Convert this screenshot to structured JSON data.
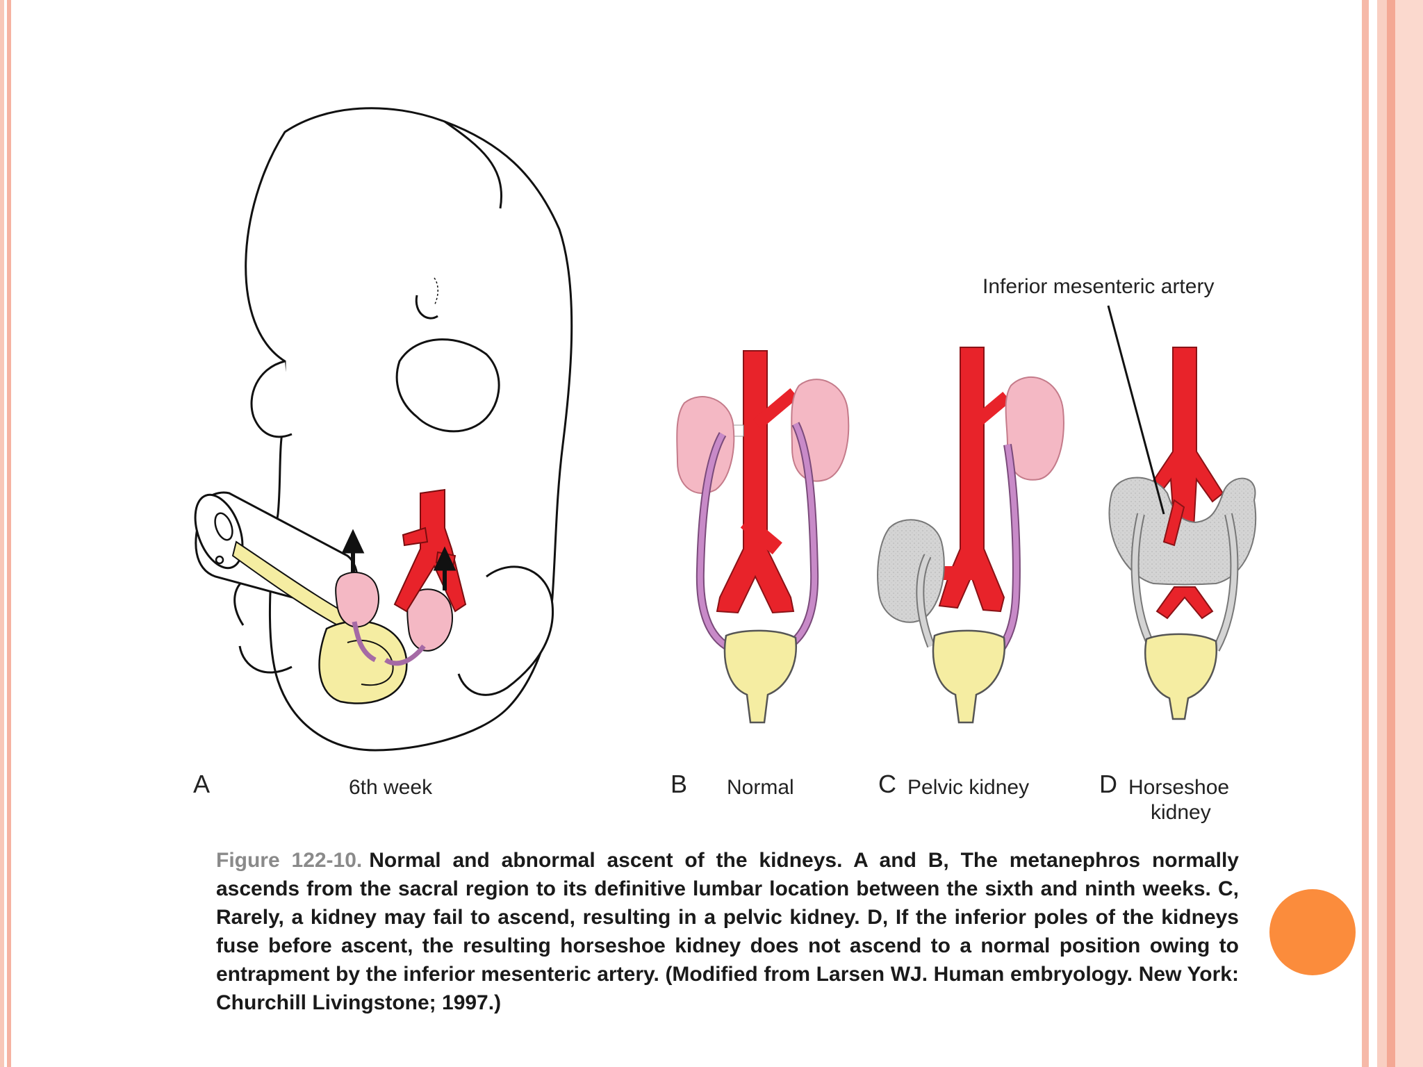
{
  "labels": {
    "panel_a_letter": "A",
    "panel_a_name": "6th week",
    "panel_b_letter": "B",
    "panel_b_name": "Normal",
    "panel_c_letter": "C",
    "panel_c_name": "Pelvic kidney",
    "panel_d_letter": "D",
    "panel_d_name_line1": "Horseshoe",
    "panel_d_name_line2": "kidney",
    "artery_callout": "Inferior mesenteric artery"
  },
  "caption": {
    "figure_number": "Figure 122-10.",
    "text": "Normal and abnormal ascent of the kidneys. A and B, The metanephros normally ascends from the sacral region to its definitive lumbar location between the sixth and ninth weeks. C, Rarely, a kidney may fail to ascend, resulting in a pelvic kidney. D, If the inferior poles of the kidneys fuse before ascent, the resulting horseshoe kidney does not ascend to a normal position owing to entrapment by the inferior mesenteric artery. (Modified from Larsen WJ. Human embryology. New York: Churchill Livingstone; 1997.)"
  },
  "colors": {
    "artery": "#e8232a",
    "kidney": "#f4b8c4",
    "ureter": "#c88ac8",
    "bladder": "#f5eda2",
    "abnormal_kidney": "#d4d4d4",
    "border": "#f6b9a8",
    "accent_dot": "#fb8c3c"
  }
}
